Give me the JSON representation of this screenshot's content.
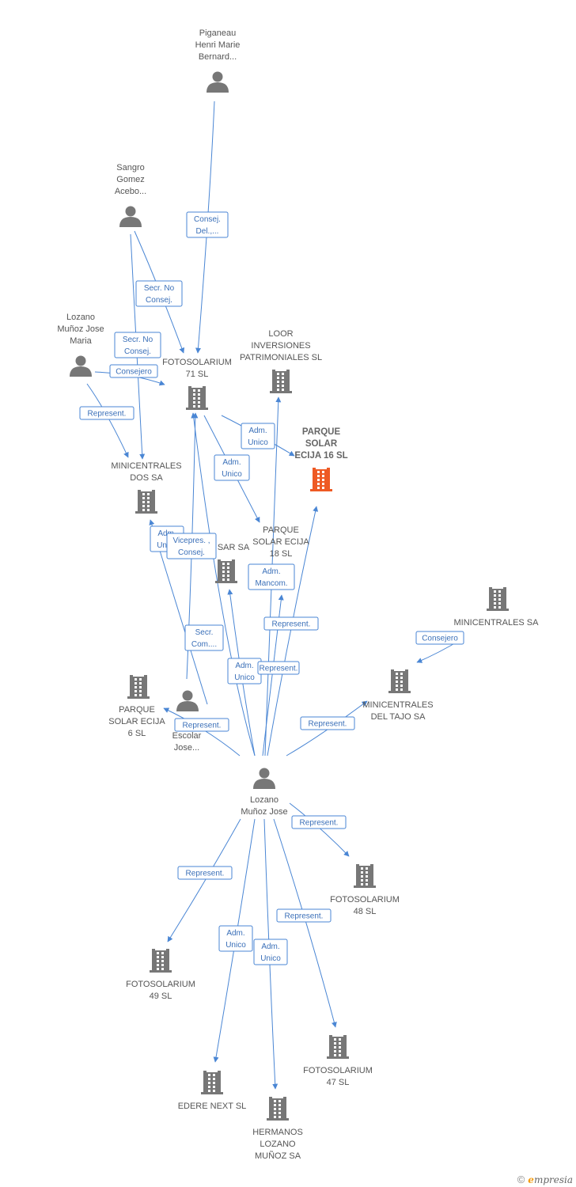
{
  "colors": {
    "edge": "#4a86d4",
    "node": "#777777",
    "focus": "#ee5a24",
    "label": "#555555"
  },
  "nodes": [
    {
      "id": "piganeau",
      "type": "person",
      "lines": [
        "Piganeau",
        "Henri Marie",
        "Bernard..."
      ]
    },
    {
      "id": "sangro",
      "type": "person",
      "lines": [
        "Sangro",
        "Gomez",
        "Acebo..."
      ]
    },
    {
      "id": "lozano_maria",
      "type": "person",
      "lines": [
        "Lozano",
        "Muñoz Jose",
        "Maria"
      ]
    },
    {
      "id": "fotosolarium71",
      "type": "company",
      "lines": [
        "FOTOSOLARIUM",
        "71 SL"
      ]
    },
    {
      "id": "loor",
      "type": "company",
      "lines": [
        "LOOR",
        "INVERSIONES",
        "PATRIMONIALES SL"
      ]
    },
    {
      "id": "parque16",
      "type": "focus",
      "lines": [
        "PARQUE",
        "SOLAR",
        "ECIJA 16 SL"
      ]
    },
    {
      "id": "minicentrales_dos",
      "type": "company",
      "lines": [
        "MINICENTRALES",
        "DOS SA"
      ]
    },
    {
      "id": "parque18",
      "type": "company",
      "lines": [
        "PARQUE",
        "SOLAR ECIJA",
        "18 SL"
      ]
    },
    {
      "id": "sar",
      "type": "company",
      "lines": [
        "SAR SA"
      ]
    },
    {
      "id": "minicentrales_sa",
      "type": "company",
      "lines": [
        "MINICENTRALES SA"
      ]
    },
    {
      "id": "minicentrales_tajo",
      "type": "company",
      "lines": [
        "MINICENTRALES",
        "DEL TAJO SA"
      ]
    },
    {
      "id": "parque6",
      "type": "company",
      "lines": [
        "PARQUE",
        "SOLAR ECIJA",
        "6 SL"
      ]
    },
    {
      "id": "escolar",
      "type": "person",
      "lines": [
        "Escolar",
        "Jose..."
      ]
    },
    {
      "id": "lozano_jose",
      "type": "person",
      "lines": [
        "Lozano",
        "Muñoz Jose"
      ]
    },
    {
      "id": "fotosolarium48",
      "type": "company",
      "lines": [
        "FOTOSOLARIUM",
        "48 SL"
      ]
    },
    {
      "id": "fotosolarium49",
      "type": "company",
      "lines": [
        "FOTOSOLARIUM",
        "49 SL"
      ]
    },
    {
      "id": "fotosolarium47",
      "type": "company",
      "lines": [
        "FOTOSOLARIUM",
        "47 SL"
      ]
    },
    {
      "id": "edere",
      "type": "company",
      "lines": [
        "EDERE NEXT SL"
      ]
    },
    {
      "id": "hermanos",
      "type": "company",
      "lines": [
        "HERMANOS",
        "LOZANO",
        "MUÑOZ SA"
      ]
    }
  ],
  "edges": [
    {
      "id": "e1",
      "from": "piganeau",
      "to": "fotosolarium71",
      "label": [
        "Consej.",
        "Del.,..."
      ]
    },
    {
      "id": "e2",
      "from": "sangro",
      "to": "fotosolarium71",
      "label": [
        "Secr.  No",
        "Consej."
      ]
    },
    {
      "id": "e3",
      "from": "sangro",
      "to": "minicentrales_dos",
      "label": [
        "Secr.  No",
        "Consej."
      ]
    },
    {
      "id": "e4",
      "from": "lozano_maria",
      "to": "fotosolarium71",
      "label": [
        "Consejero"
      ]
    },
    {
      "id": "e5",
      "from": "lozano_maria",
      "to": "minicentrales_dos",
      "label": [
        "Represent."
      ]
    },
    {
      "id": "e6",
      "from": "fotosolarium71",
      "to": "parque16",
      "label": [
        "Adm.",
        "Unico"
      ]
    },
    {
      "id": "e7",
      "from": "fotosolarium71",
      "to": "parque18",
      "label": [
        "Adm.",
        "Unico"
      ]
    },
    {
      "id": "e8",
      "from": "escolar",
      "to": "fotosolarium71",
      "label": [
        "Adm.",
        "Unico"
      ]
    },
    {
      "id": "e9",
      "from": "escolar",
      "to": "minicentrales_dos",
      "label": [
        "Vicepres. ,",
        "Consej."
      ]
    },
    {
      "id": "e10",
      "from": "lozano_jose",
      "to": "fotosolarium71",
      "label": [
        "Secr.",
        "Com...."
      ]
    },
    {
      "id": "e11",
      "from": "lozano_jose",
      "to": "sar",
      "label": [
        "Adm.",
        "Unico"
      ]
    },
    {
      "id": "e12",
      "from": "lozano_jose",
      "to": "parque18",
      "label": [
        "Adm.",
        "Mancom."
      ]
    },
    {
      "id": "e13",
      "from": "lozano_jose",
      "to": "loor",
      "label": [
        "Represent."
      ]
    },
    {
      "id": "e14",
      "from": "lozano_jose",
      "to": "parque16",
      "label": [
        "Represent."
      ]
    },
    {
      "id": "e15",
      "from": "lozano_jose",
      "to": "parque6",
      "label": [
        "Represent."
      ]
    },
    {
      "id": "e16",
      "from": "lozano_jose",
      "to": "minicentrales_tajo",
      "label": [
        "Represent."
      ]
    },
    {
      "id": "e17",
      "from": "minicentrales_sa",
      "to": "minicentrales_tajo",
      "label": [
        "Consejero"
      ]
    },
    {
      "id": "e18",
      "from": "lozano_jose",
      "to": "fotosolarium48",
      "label": [
        "Represent."
      ]
    },
    {
      "id": "e19",
      "from": "lozano_jose",
      "to": "fotosolarium49",
      "label": [
        "Represent."
      ]
    },
    {
      "id": "e20",
      "from": "lozano_jose",
      "to": "fotosolarium47",
      "label": [
        "Represent."
      ]
    },
    {
      "id": "e21",
      "from": "lozano_jose",
      "to": "edere",
      "label": [
        "Adm.",
        "Unico"
      ]
    },
    {
      "id": "e22",
      "from": "lozano_jose",
      "to": "hermanos",
      "label": [
        "Adm.",
        "Unico"
      ]
    }
  ],
  "footer": {
    "copyright": "©",
    "brand_initial": "e",
    "brand_rest": "mpresia"
  }
}
